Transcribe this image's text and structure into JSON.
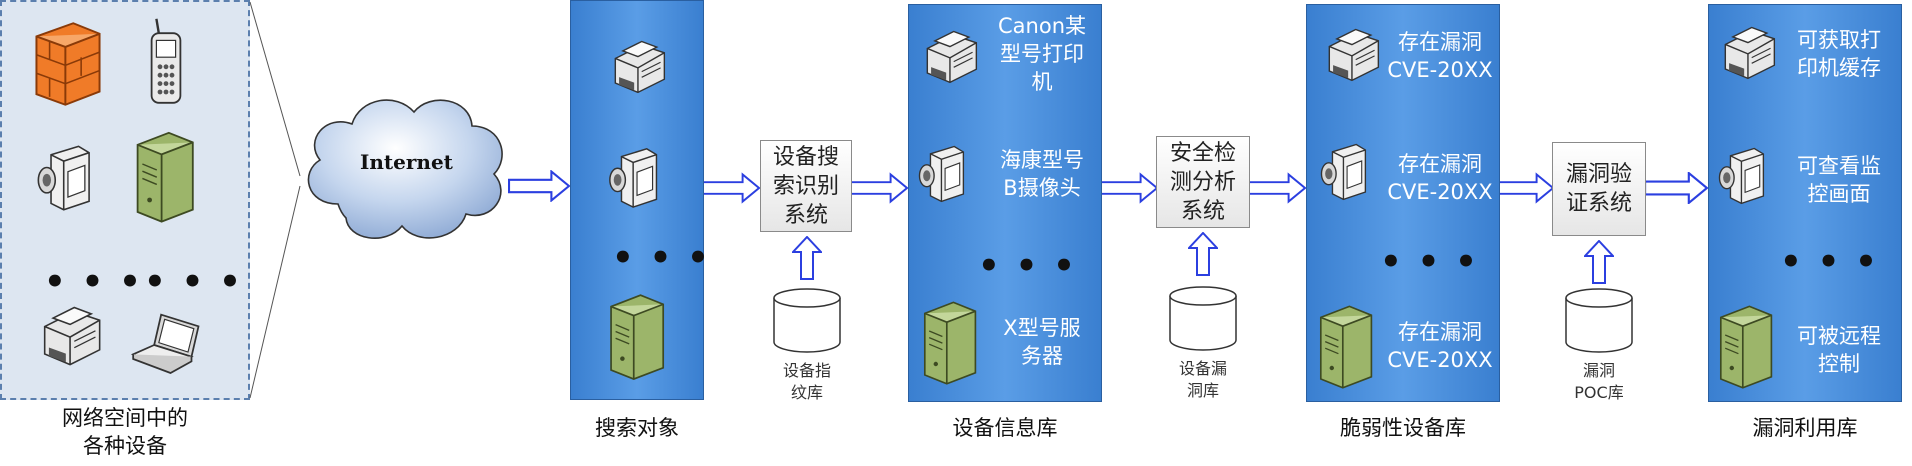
{
  "devices_panel": {
    "caption": "网络空间中的\n各种设备",
    "ellipsis_left": "• • •",
    "ellipsis_right": "• • •"
  },
  "cloud": {
    "label": "Internet"
  },
  "columns": {
    "search_objects": {
      "caption": "搜索对象",
      "ellipsis": "• • •"
    },
    "device_info": {
      "caption": "设备信息库",
      "items": [
        "Canon某\n型号打印\n机",
        "海康型号\nB摄像头",
        "X型号服\n务器"
      ],
      "ellipsis": "• • •"
    },
    "vulnerable": {
      "caption": "脆弱性设备库",
      "items": [
        "存在漏洞\nCVE-20XX",
        "存在漏洞\nCVE-20XX",
        "存在漏洞\nCVE-20XX"
      ],
      "ellipsis": "• • •"
    },
    "exploit": {
      "caption": "漏洞利用库",
      "items": [
        "可获取打\n印机缓存",
        "可查看监\n控画面",
        "可被远程\n控制"
      ],
      "ellipsis": "• • •"
    }
  },
  "processes": [
    {
      "label": "设备搜\n索识别\n系统",
      "db_label": "设备指\n纹库"
    },
    {
      "label": "安全检\n测分析\n系统",
      "db_label": "设备漏\n洞库"
    },
    {
      "label": "漏洞验\n证系统",
      "db_label": "漏洞\nPOC库"
    }
  ],
  "colors": {
    "column_blue": "#4a8fdc",
    "arrow_blue": "#2b3fe0",
    "panel_border": "#5b7fae"
  }
}
